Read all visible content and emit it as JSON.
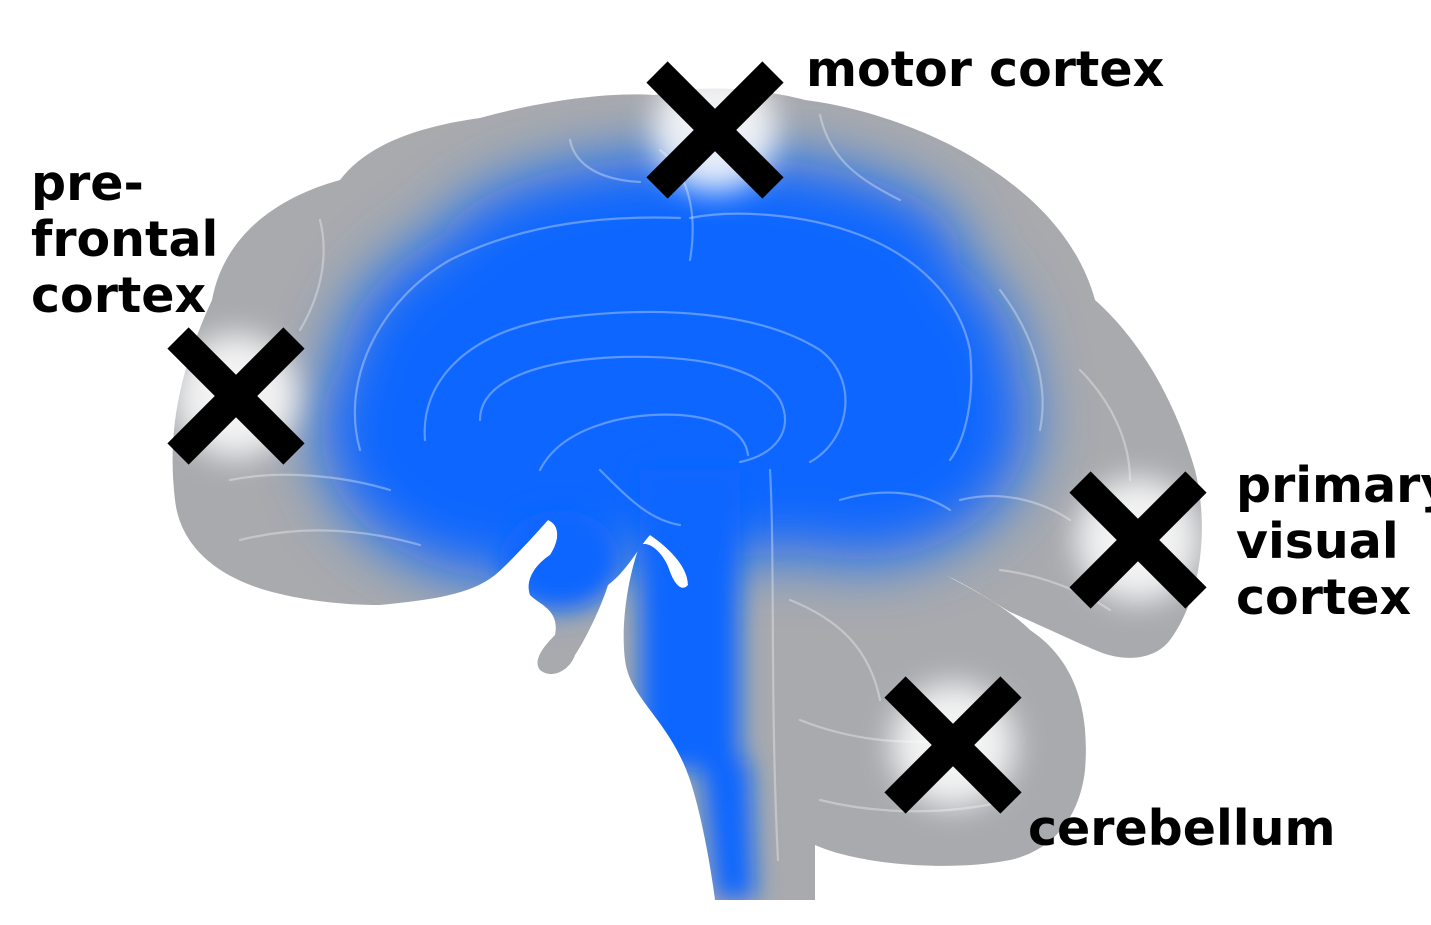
{
  "diagram": {
    "colors": {
      "background": "#ffffff",
      "brain": "#a8aaae",
      "activation": "#0a66ff",
      "sulcus_lines": "#ffffff",
      "markers": "#000000",
      "labels": "#000000"
    },
    "regions": [
      {
        "id": "prefrontal",
        "lines": [
          "pre-",
          "frontal",
          "cortex"
        ],
        "marker": "x-mark"
      },
      {
        "id": "motor",
        "lines": [
          "motor cortex"
        ],
        "marker": "x-mark"
      },
      {
        "id": "visual",
        "lines": [
          "primary",
          "visual",
          "cortex"
        ],
        "marker": "x-mark"
      },
      {
        "id": "cerebellum",
        "lines": [
          "cerebellum"
        ],
        "marker": "x-mark"
      }
    ]
  }
}
